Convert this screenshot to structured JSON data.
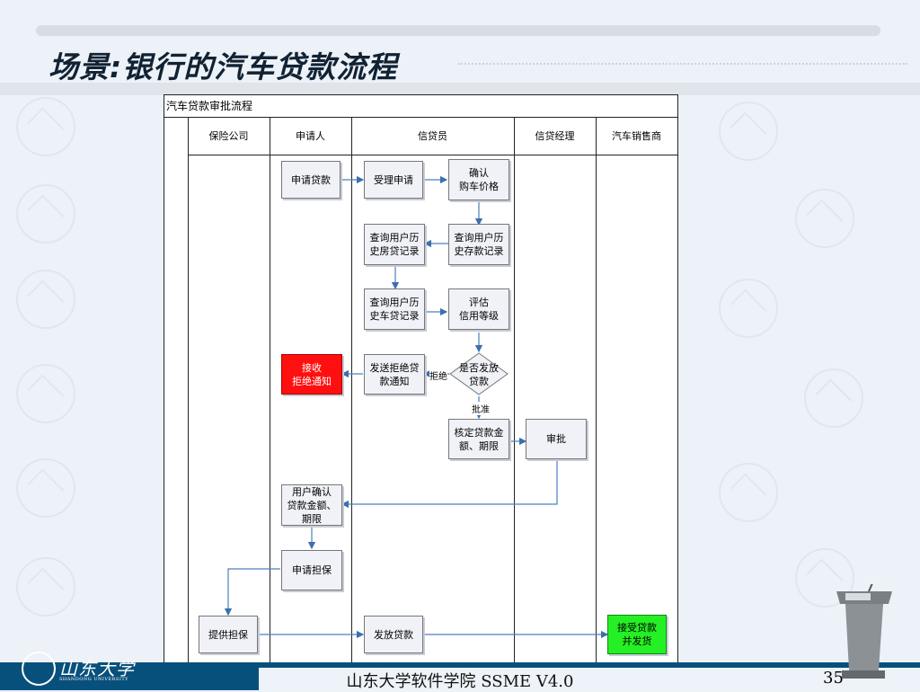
{
  "title": "场景:银行的汽车贷款流程",
  "chart": {
    "title": "汽车贷款审批流程",
    "lanes": [
      "保险公司",
      "申请人",
      "信贷员",
      "信贷经理",
      "汽车销售商"
    ],
    "nodes": {
      "apply_loan": "申请贷款",
      "accept_application": "受理申请",
      "confirm_price": "确认\n购车价格",
      "query_mortgage": "查询用户历\n史房贷记录",
      "query_deposit": "查询用户历\n史存款记录",
      "query_car_loan": "查询用户历\n史车贷记录",
      "evaluate_credit": "评估\n信用等级",
      "receive_reject": "接收\n拒绝通知",
      "send_reject": "发送拒绝贷\n款通知",
      "decision": "是否发放\n贷款",
      "reject_label": "拒绝",
      "approve_label": "批准",
      "determine_amount": "核定贷款金\n额、期限",
      "approve": "审批",
      "user_confirm": "用户确认\n贷款金额、\n期限",
      "apply_guarantee": "申请担保",
      "provide_guarantee": "提供担保",
      "disburse_loan": "发放贷款",
      "receive_loan_ship": "接受贷款\n并发货"
    }
  },
  "footer": {
    "center": "山东大学软件学院    SSME V4.0",
    "page": "35",
    "logo_cn": "山东大学",
    "logo_en": "SHANDONG UNIVERSITY"
  },
  "colors": {
    "reject": "#ff1010",
    "accept": "#25f025",
    "footer": "#08507c"
  },
  "icons": [
    "university-emblem-icon",
    "podium-icon"
  ]
}
